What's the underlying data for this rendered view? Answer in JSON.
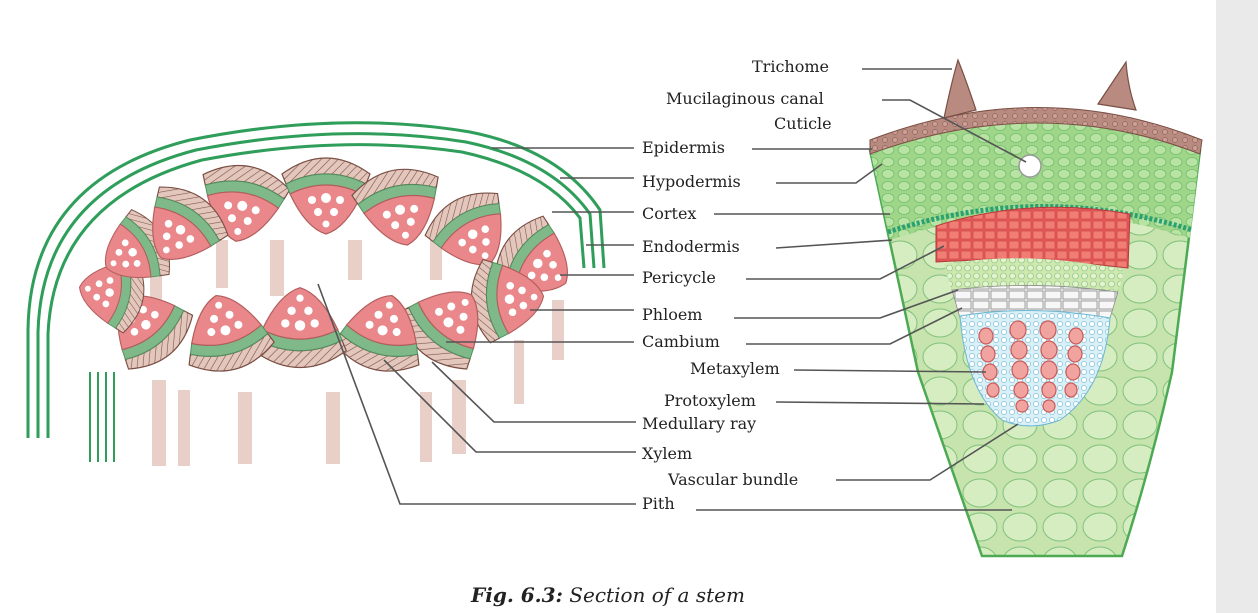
{
  "labels": {
    "trichome": "Trichome",
    "mucilaginous_canal": "Mucilaginous canal",
    "cuticle": "Cuticle",
    "epidermis": "Epidermis",
    "hypodermis": "Hypodermis",
    "cortex": "Cortex",
    "endodermis": "Endodermis",
    "pericycle": "Pericycle",
    "phloem": "Phloem",
    "cambium": "Cambium",
    "metaxylem": "Metaxylem",
    "protoxylem": "Protoxylem",
    "medullary_ray": "Medullary ray",
    "xylem": "Xylem",
    "vascular_bundle": "Vascular bundle",
    "pith": "Pith"
  },
  "caption": {
    "figure_number": "Fig. 6.3:",
    "text": " Section of a stem"
  },
  "colors": {
    "outline_green": "#2e9e5a",
    "bundle_pink": "#e9878a",
    "bundle_brown": "#c99a8e",
    "phloem_green": "#7fb98a",
    "cortex_green": "#9fd68a",
    "pith_green": "#cfe6b7",
    "xylem_blue": "#bfe2ef",
    "cambium_grey": "#d8d8d8",
    "hypodermis_red": "#e65a5a"
  }
}
